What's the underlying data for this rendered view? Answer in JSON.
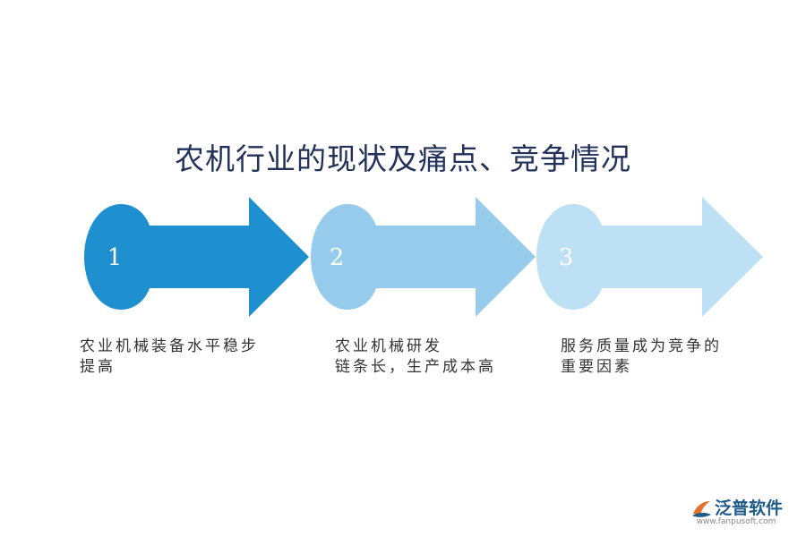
{
  "title": "农机行业的现状及痛点、竞争情况",
  "steps": [
    {
      "number": "1",
      "text": "农业机械装备水平稳步\n提高",
      "color": "#1e90cf"
    },
    {
      "number": "2",
      "text": "农业机械研发\n链条长，生产成本高",
      "color": "#96cbeb"
    },
    {
      "number": "3",
      "text": "服务质量成为竞争的\n重要因素",
      "color": "#bde0f4"
    }
  ],
  "logo": {
    "name": "泛普软件",
    "url": "www.fanpusoft.com",
    "icon": "fanpu-logo-icon"
  }
}
